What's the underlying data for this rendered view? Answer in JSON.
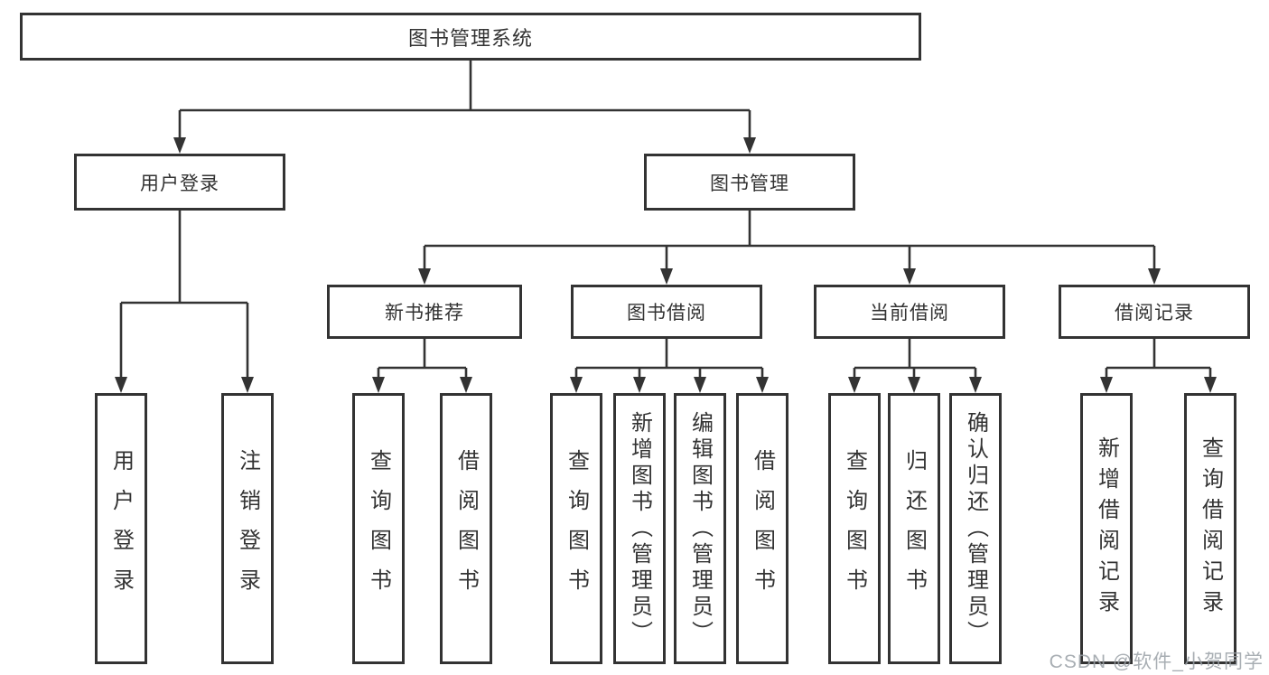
{
  "tree": {
    "label": "图书管理系统",
    "children": [
      {
        "label": "用户登录",
        "children": [
          {
            "label": "用户登录"
          },
          {
            "label": "注销登录"
          }
        ]
      },
      {
        "label": "图书管理",
        "children": [
          {
            "label": "新书推荐",
            "children": [
              {
                "label": "查询图书"
              },
              {
                "label": "借阅图书"
              }
            ]
          },
          {
            "label": "图书借阅",
            "children": [
              {
                "label": "查询图书"
              },
              {
                "label": "新增图书（管理员）"
              },
              {
                "label": "编辑图书（管理员）"
              },
              {
                "label": "借阅图书"
              }
            ]
          },
          {
            "label": "当前借阅",
            "children": [
              {
                "label": "查询图书"
              },
              {
                "label": "归还图书"
              },
              {
                "label": "确认归还（管理员）"
              }
            ]
          },
          {
            "label": "借阅记录",
            "children": [
              {
                "label": "新增借阅记录"
              },
              {
                "label": "查询借阅记录"
              }
            ]
          }
        ]
      }
    ]
  },
  "watermark": "CSDN @软件_小贺同学",
  "colors": {
    "line": "#333333",
    "box_fill": "#ffffff",
    "text": "#333333",
    "watermark": "#9aa0a6"
  }
}
